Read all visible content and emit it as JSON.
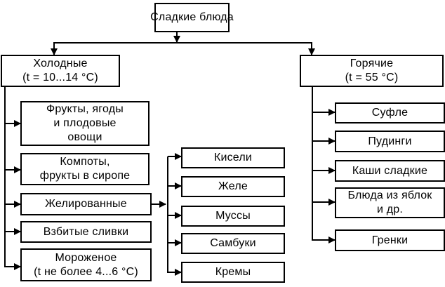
{
  "root": {
    "label": "Сладкие блюда"
  },
  "cold": {
    "title": "Холодные",
    "temp": "(t = 10...14 °C)",
    "items": [
      {
        "lines": [
          "Фрукты, ягоды",
          "и плодовые",
          "овощи"
        ]
      },
      {
        "lines": [
          "Компоты,",
          "фрукты в сиропе"
        ]
      },
      {
        "lines": [
          "Желированные"
        ]
      },
      {
        "lines": [
          "Взбитые сливки"
        ]
      },
      {
        "lines": [
          "Мороженое",
          "(t не более 4...6 °C)"
        ]
      }
    ],
    "jellied_items": [
      "Кисели",
      "Желе",
      "Муссы",
      "Самбуки",
      "Кремы"
    ]
  },
  "hot": {
    "title": "Горячие",
    "temp": "(t = 55 °C)",
    "items": [
      {
        "lines": [
          "Суфле"
        ]
      },
      {
        "lines": [
          "Пудинги"
        ]
      },
      {
        "lines": [
          "Каши сладкие"
        ]
      },
      {
        "lines": [
          "Блюда из яблок",
          "и др."
        ]
      },
      {
        "lines": [
          "Гренки"
        ]
      }
    ]
  }
}
